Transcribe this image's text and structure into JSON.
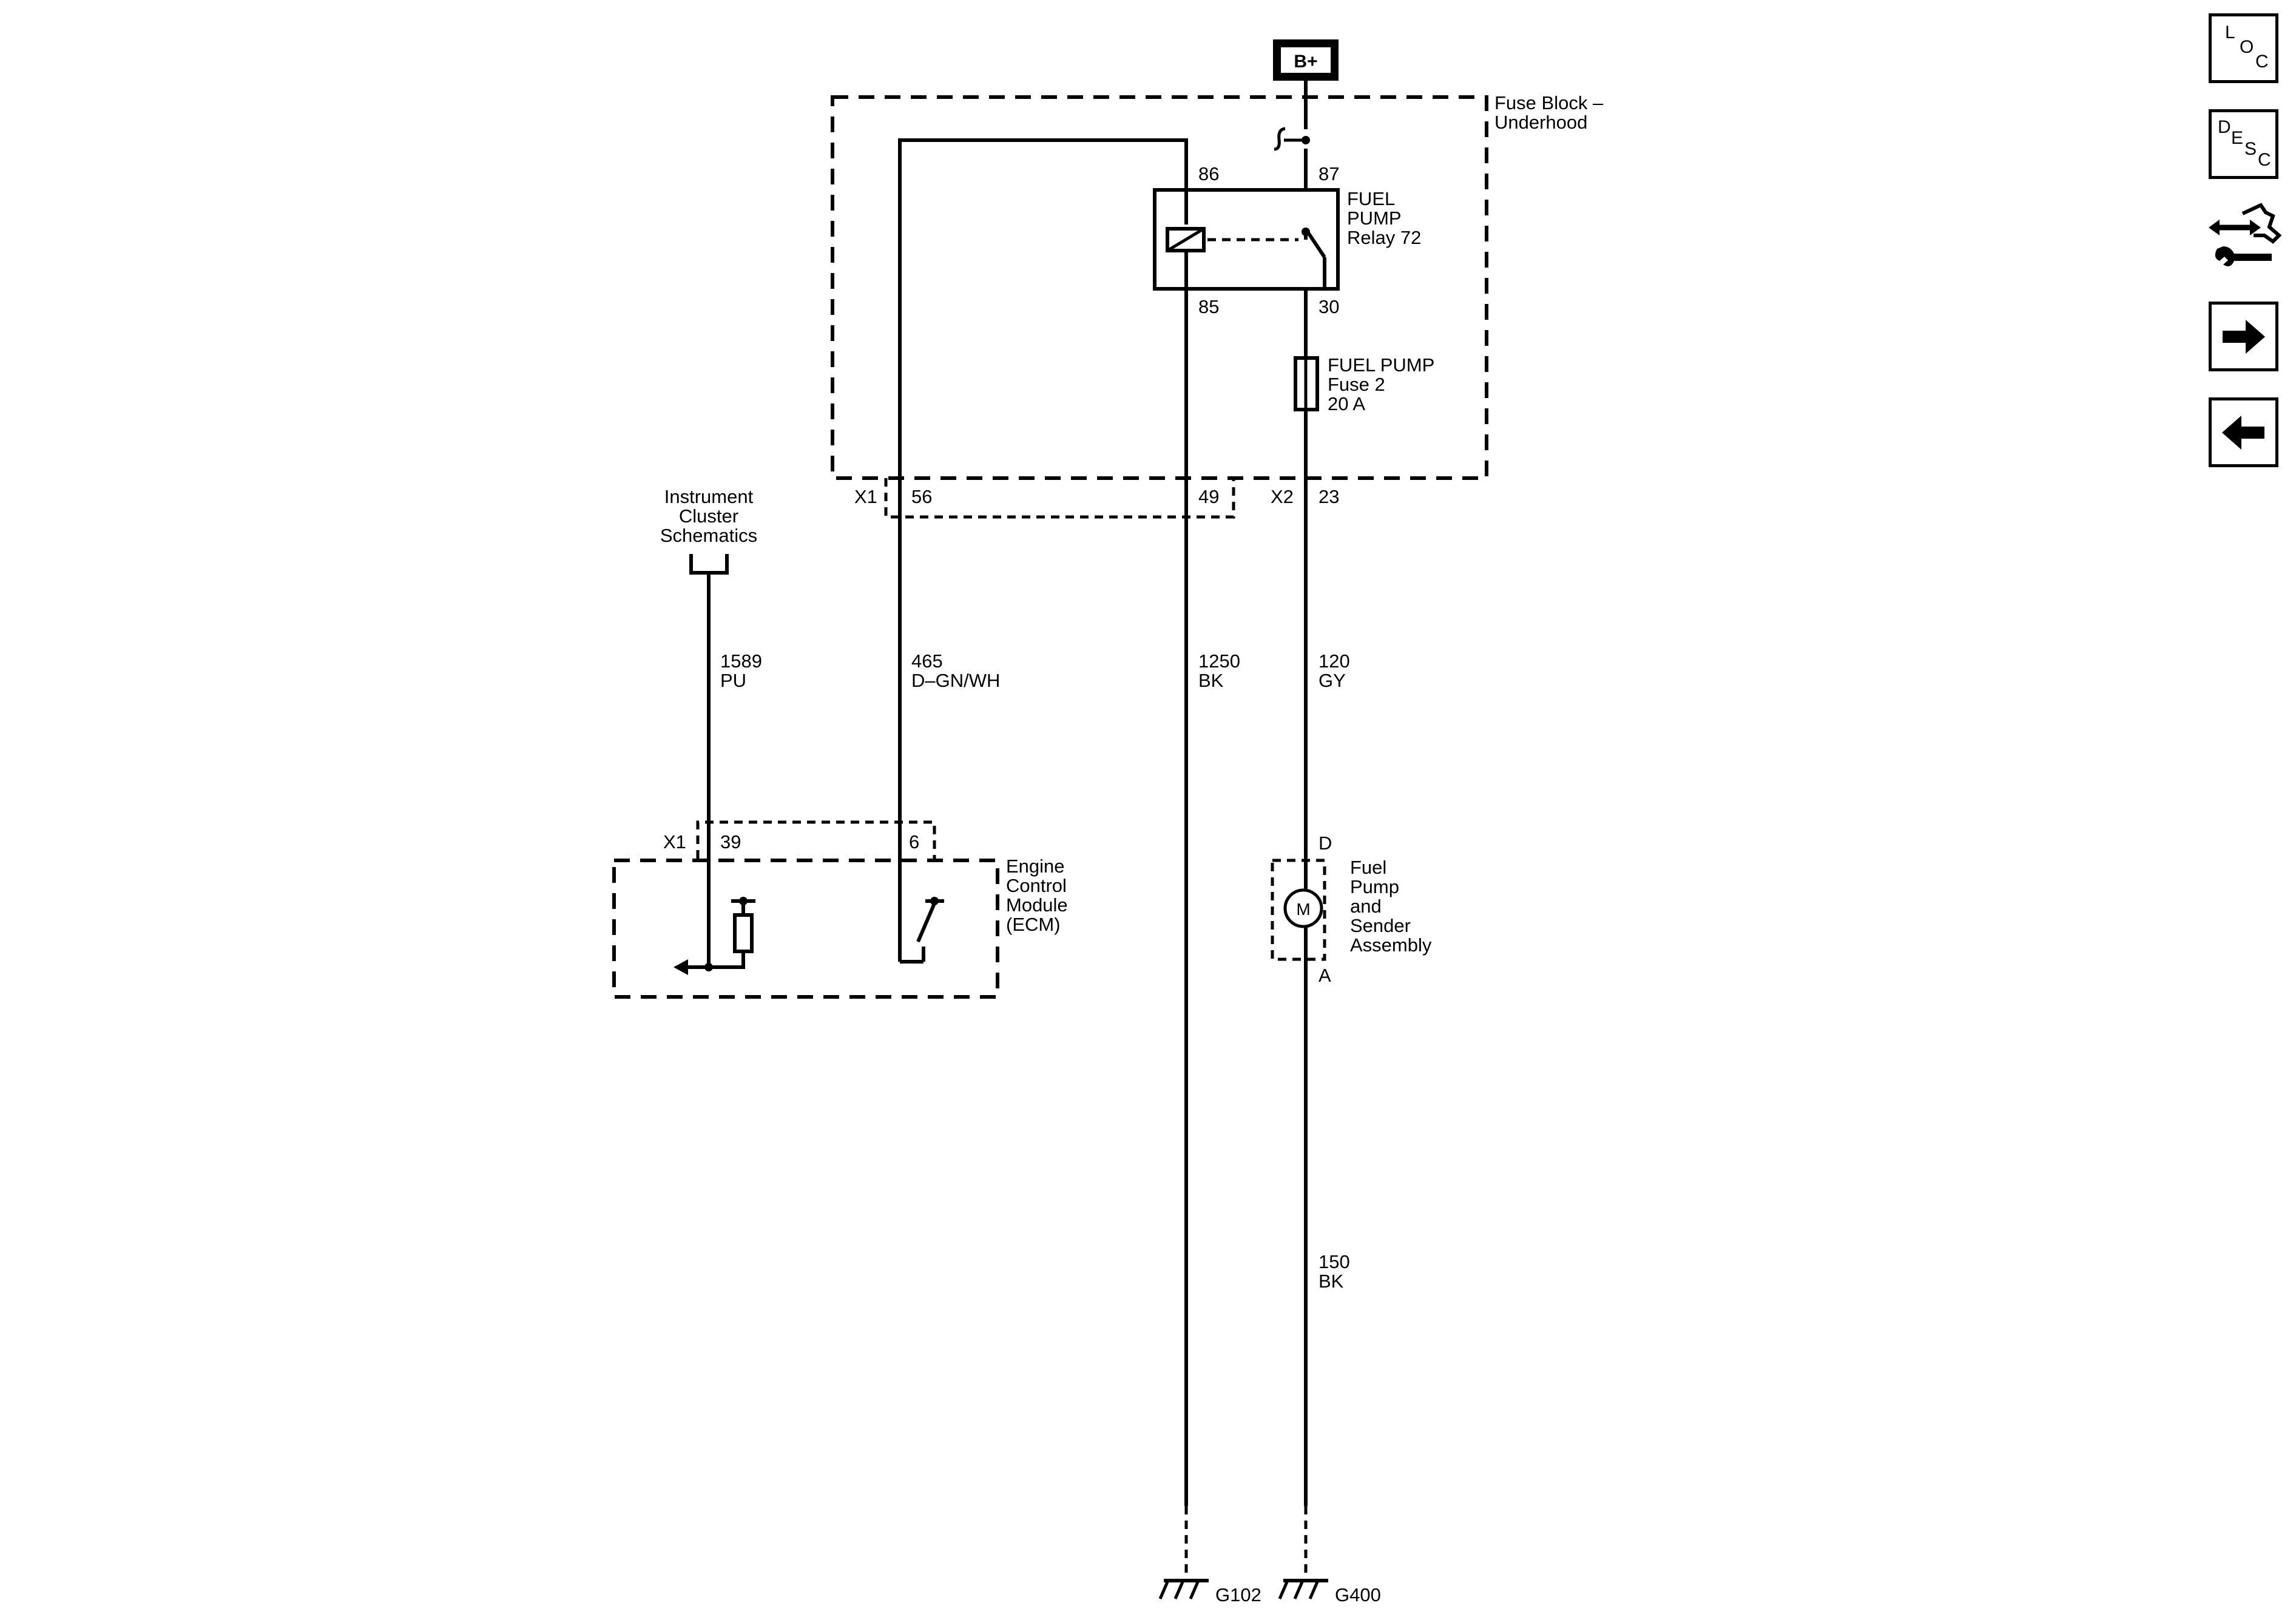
{
  "power": {
    "label": "B+"
  },
  "fuse_block": {
    "title_line1": "Fuse Block –",
    "title_line2": "Underhood"
  },
  "relay": {
    "name_line1": "FUEL",
    "name_line2": "PUMP",
    "name_line3": "Relay 72",
    "pin_86": "86",
    "pin_87": "87",
    "pin_85": "85",
    "pin_30": "30"
  },
  "fuse": {
    "name_line1": "FUEL PUMP",
    "name_line2": "Fuse 2",
    "rating": "20 A"
  },
  "connectors": {
    "fuse_block_x1": "X1",
    "fuse_block_x1_pin56": "56",
    "fuse_block_x1_pin49": "49",
    "fuse_block_x2": "X2",
    "fuse_block_x2_pin23": "23",
    "ecm_x1": "X1",
    "ecm_x1_pin39": "39",
    "ecm_x1_pin6": "6"
  },
  "instrument_cluster": {
    "line1": "Instrument",
    "line2": "Cluster",
    "line3": "Schematics"
  },
  "wires": {
    "w1589": {
      "circuit": "1589",
      "color": "PU"
    },
    "w465": {
      "circuit": "465",
      "color": "D–GN/WH"
    },
    "w1250": {
      "circuit": "1250",
      "color": "BK"
    },
    "w120": {
      "circuit": "120",
      "color": "GY"
    },
    "w150": {
      "circuit": "150",
      "color": "BK"
    }
  },
  "ecm": {
    "line1": "Engine",
    "line2": "Control",
    "line3": "Module",
    "line4": "(ECM)"
  },
  "fuel_pump": {
    "line1": "Fuel",
    "line2": "Pump",
    "line3": "and",
    "line4": "Sender",
    "line5": "Assembly",
    "pin_d": "D",
    "pin_a": "A",
    "motor_symbol": "M"
  },
  "grounds": {
    "g102": "G102",
    "g400": "G400"
  },
  "sidebar": {
    "loc": {
      "l": "L",
      "o": "O",
      "c": "C"
    },
    "desc": {
      "d": "D",
      "e": "E",
      "s": "S",
      "c": "C"
    },
    "connector_icon": "connector-wrench-icon",
    "next_icon": "arrow-right-icon",
    "prev_icon": "arrow-left-icon"
  }
}
